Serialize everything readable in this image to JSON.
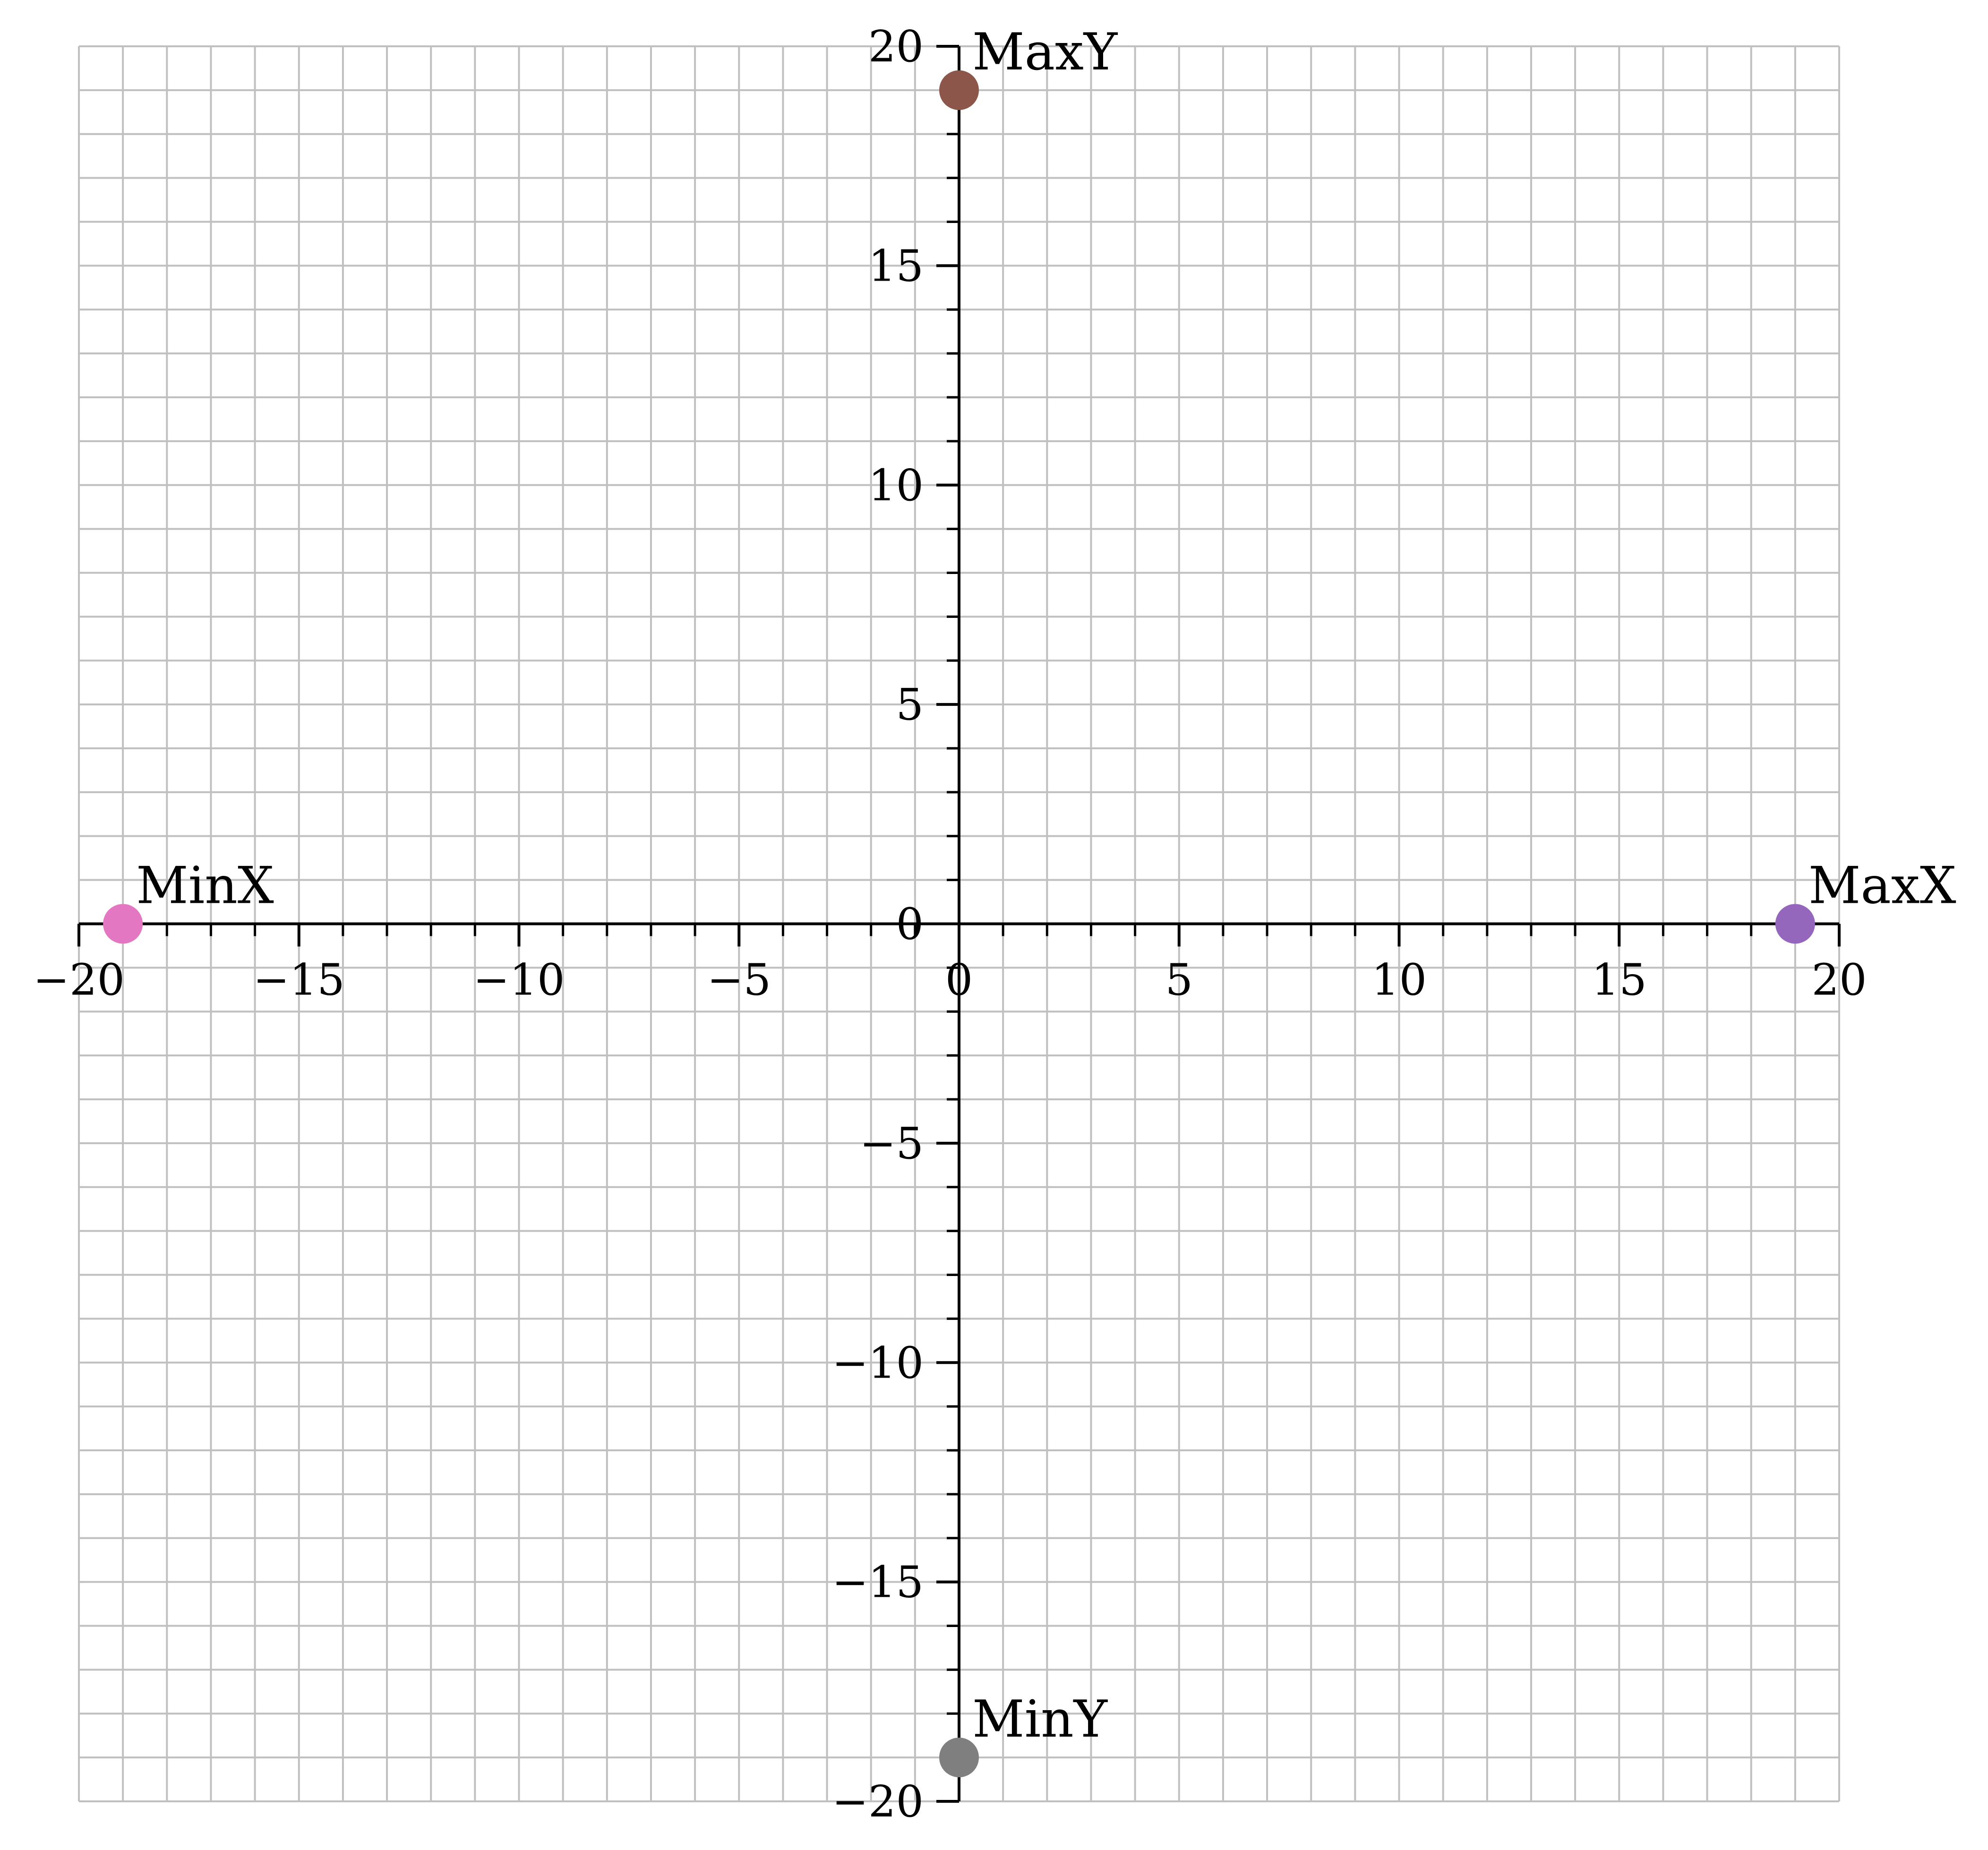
{
  "chart_data": {
    "type": "scatter",
    "title": "",
    "xlabel": "",
    "ylabel": "",
    "xlim": [
      -20,
      20
    ],
    "ylim": [
      -20,
      20
    ],
    "grid": true,
    "grid_minor_step": 1,
    "major_tick_step": 5,
    "axes_through_origin": true,
    "x_tick_labels": [
      "−20",
      "−15",
      "−10",
      "−5",
      "0",
      "5",
      "10",
      "15",
      "20"
    ],
    "y_tick_labels": [
      "−20",
      "−15",
      "−10",
      "−5",
      "0",
      "5",
      "10",
      "15",
      "20"
    ],
    "points": [
      {
        "label": "MinX",
        "x": -19,
        "y": 0,
        "color": "#e377c2"
      },
      {
        "label": "MaxX",
        "x": 19,
        "y": 0,
        "color": "#9467bd"
      },
      {
        "label": "MaxY",
        "x": 0,
        "y": 19,
        "color": "#8c564b"
      },
      {
        "label": "MinY",
        "x": 0,
        "y": -19,
        "color": "#7f7f7f"
      }
    ],
    "colors": {
      "grid": "#c0c0c0",
      "axis": "#000000",
      "background": "#ffffff"
    }
  }
}
